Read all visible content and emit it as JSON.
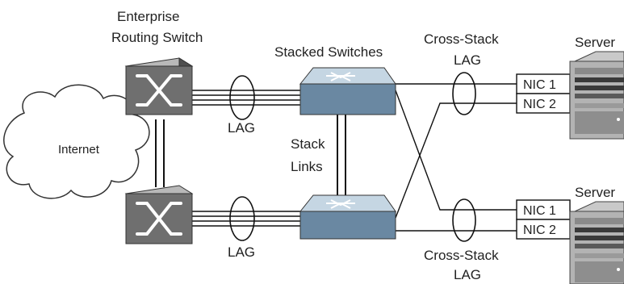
{
  "labels": {
    "enterprise_line1": "Enterprise",
    "enterprise_line2": "Routing Switch",
    "stacked_switches": "Stacked Switches",
    "cross_stack_top_line1": "Cross-Stack",
    "cross_stack_top_line2": "LAG",
    "cross_stack_bottom_line1": "Cross-Stack",
    "cross_stack_bottom_line2": "LAG",
    "server_top": "Server",
    "server_bottom": "Server",
    "internet": "Internet",
    "lag_top": "LAG",
    "lag_bottom": "LAG",
    "stack_line1": "Stack",
    "stack_line2": "Links",
    "nic1_top": "NIC 1",
    "nic2_top": "NIC 2",
    "nic1_bottom": "NIC 1",
    "nic2_bottom": "NIC 2"
  },
  "colors": {
    "router_fill": "#6f6f6f",
    "router_dark": "#4e4e4e",
    "router_top": "#b9b9b9",
    "stacked_front": "#6a88a2",
    "stacked_top": "#c5d6e3",
    "line": "#111111",
    "cloud_stroke": "#333333"
  }
}
